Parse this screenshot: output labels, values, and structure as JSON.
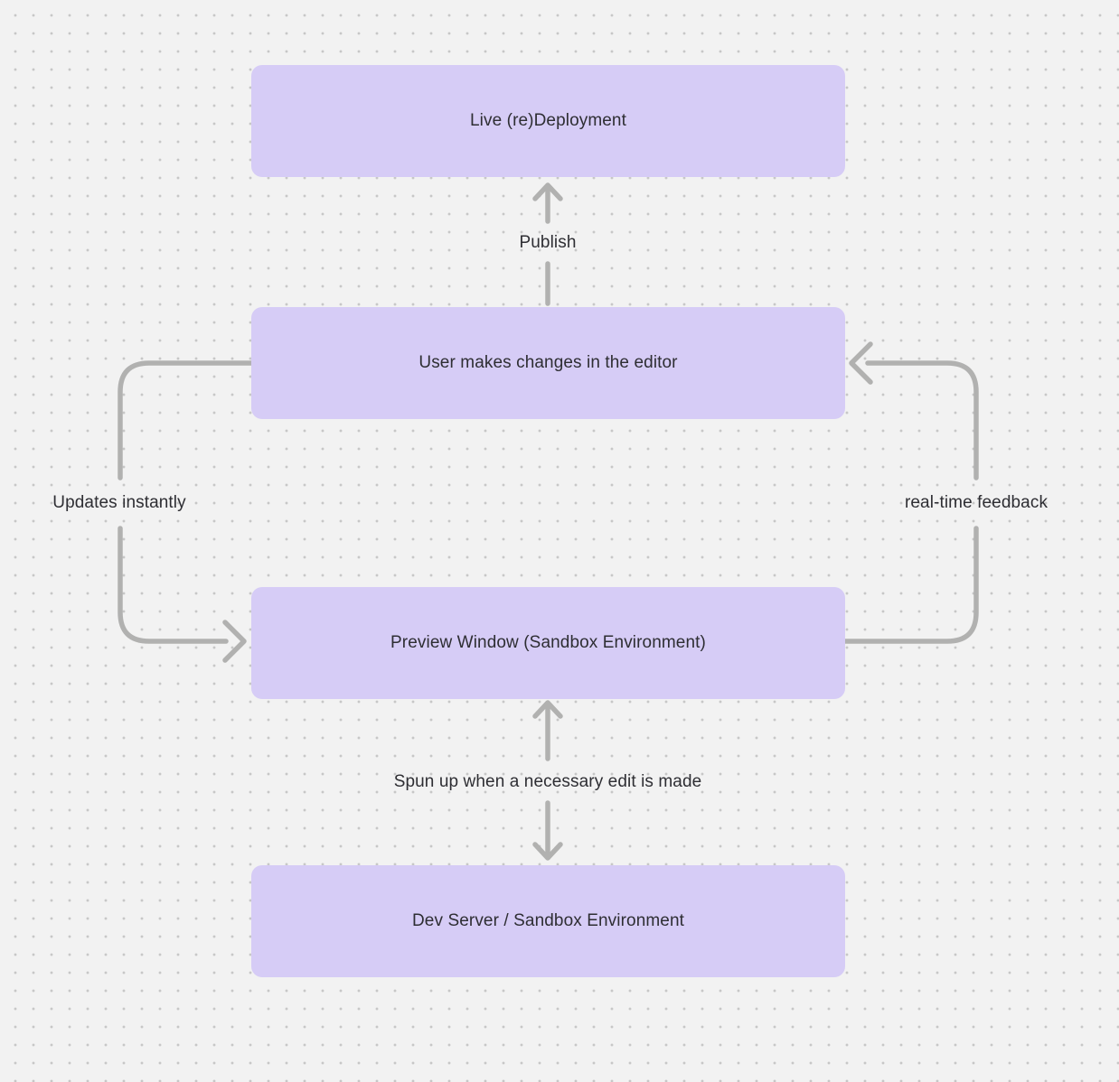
{
  "canvas": {
    "background_color": "#f2f2f2",
    "dot_color": "#c7c7c7",
    "node_fill_color": "#d6ccf6",
    "text_color": "#2e2e33",
    "connector_color": "#b1b1b0"
  },
  "nodes": [
    {
      "id": "live-redeployment",
      "label": "Live (re)Deployment"
    },
    {
      "id": "user-editor",
      "label": "User makes changes in the editor"
    },
    {
      "id": "preview-window",
      "label": "Preview Window (Sandbox Environment)"
    },
    {
      "id": "dev-server",
      "label": "Dev Server / Sandbox Environment"
    }
  ],
  "edges": [
    {
      "id": "publish",
      "label": "Publish",
      "from": "user-editor",
      "to": "live-redeployment",
      "direction": "up"
    },
    {
      "id": "updates-instantly",
      "label": "Updates instantly",
      "from": "user-editor",
      "to": "preview-window",
      "direction": "left-loop-down"
    },
    {
      "id": "real-time-feedback",
      "label": "real-time feedback",
      "from": "preview-window",
      "to": "user-editor",
      "direction": "right-loop-up"
    },
    {
      "id": "spun-up",
      "label": "Spun up when a necessary edit is made",
      "from": "dev-server",
      "to": "preview-window",
      "direction": "up-and-down"
    }
  ]
}
